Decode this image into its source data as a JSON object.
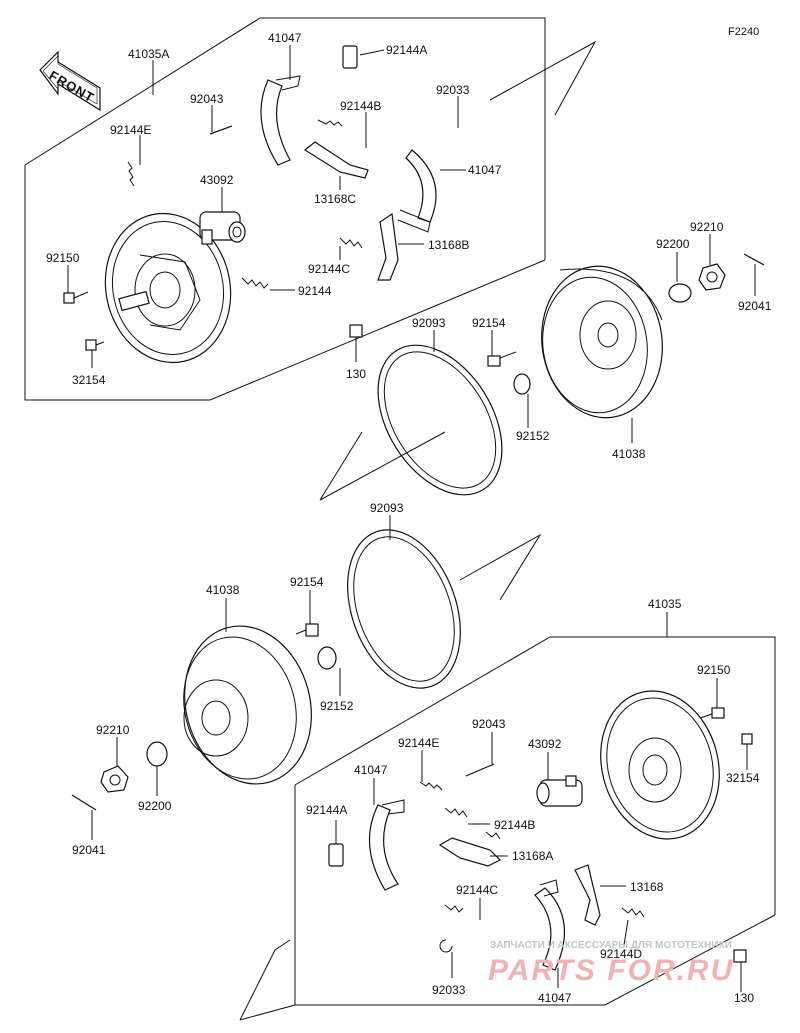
{
  "figure_code": "F2240",
  "front_label": "FRONT",
  "watermark": {
    "line1": "ЗАПЧАСТИ И АКСЕССУАРЫ ДЛЯ МОТОТЕХНИКИ",
    "line2": "PARTS FOR.RU"
  },
  "labels": {
    "p41035A": "41035A",
    "p41047_top_a": "41047",
    "p92144A_top": "92144A",
    "p92043_top": "92043",
    "p92144E_top": "92144E",
    "p92144B_top": "92144B",
    "p92033_top": "92033",
    "p41047_top_b": "41047",
    "p43092_top": "43092",
    "p13168C": "13168C",
    "p13168B": "13168B",
    "p92150_top": "92150",
    "p92144C_top": "92144C",
    "p92144_top": "92144",
    "p32154_top": "32154",
    "p130_top": "130",
    "p92093_top": "92093",
    "p92154_top": "92154",
    "p92152_top": "92152",
    "p41038_top": "41038",
    "p92200_top": "92200",
    "p92210_top": "92210",
    "p92041_top": "92041",
    "p92093_bot": "92093",
    "p41038_bot": "41038",
    "p92154_bot": "92154",
    "p92152_bot": "92152",
    "p92210_bot": "92210",
    "p92200_bot": "92200",
    "p92041_bot": "92041",
    "p41035": "41035",
    "p92150_bot": "92150",
    "p92043_bot": "92043",
    "p43092_bot": "43092",
    "p32154_bot": "32154",
    "p92144E_bot": "92144E",
    "p41047_bot_a": "41047",
    "p92144A_bot": "92144A",
    "p92144B_bot": "92144B",
    "p13168A": "13168A",
    "p13168": "13168",
    "p92144C_bot": "92144C",
    "p92144D": "92144D",
    "p92033_bot": "92033",
    "p41047_bot_b": "41047",
    "p130_bot": "130"
  }
}
